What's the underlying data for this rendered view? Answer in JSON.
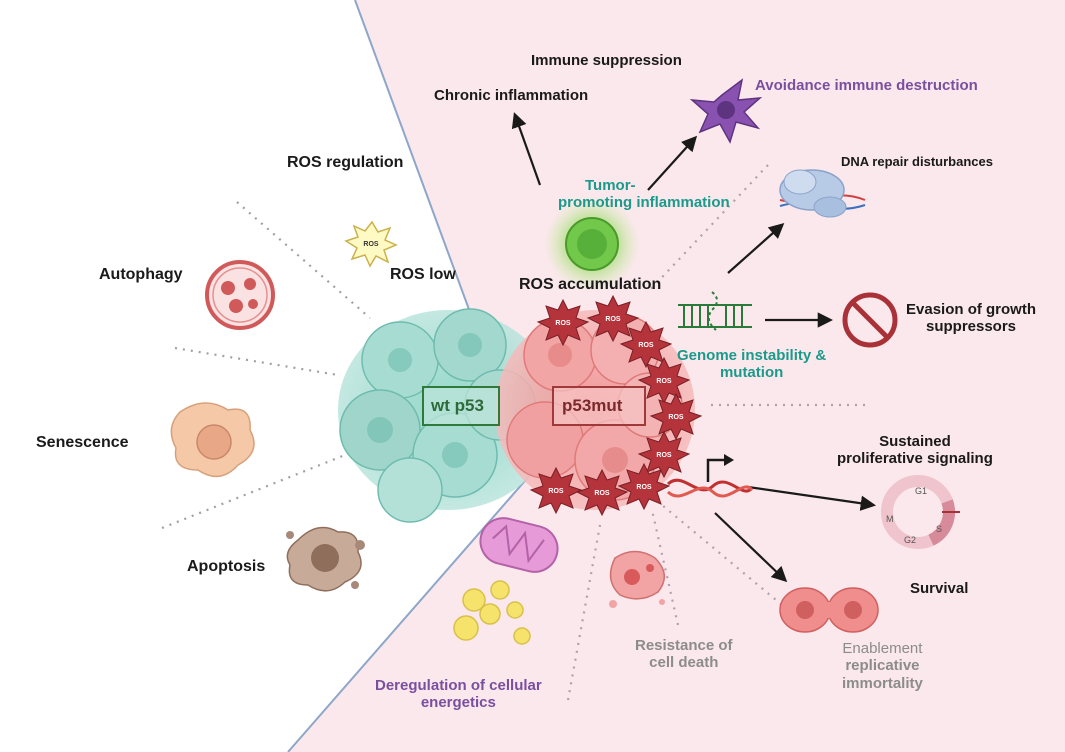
{
  "wild_side": {
    "ros_regulation": "ROS regulation",
    "ros_low": "ROS low",
    "autophagy": "Autophagy",
    "senescence": "Senescence",
    "apoptosis": "Apoptosis",
    "center_label": "wt p53"
  },
  "mutant_side": {
    "center_label": "p53mut",
    "ros_accumulation": "ROS accumulation",
    "ros_badge": "ROS",
    "immune_suppression": "Immune suppression",
    "chronic_inflammation": "Chronic inflammation",
    "avoidance_immune": "Avoidance immune destruction",
    "tumor_promoting_l1": "Tumor-",
    "tumor_promoting_l2": "promoting inflammation",
    "dna_repair": "DNA repair disturbances",
    "evasion_l1": "Evasion of growth",
    "evasion_l2": "suppressors",
    "genome_l1": "Genome instability &",
    "genome_l2": "mutation",
    "sustained_l1": "Sustained",
    "sustained_l2": "proliferative signaling",
    "survival": "Survival",
    "enablement_l1": "Enablement",
    "enablement_l2": "replicative",
    "enablement_l3": "immortality",
    "resistance_l1": "Resistance of",
    "resistance_l2": "cell death",
    "dereg_l1": "Deregulation of cellular",
    "dereg_l2": "energetics"
  },
  "cell_cycle": {
    "g1": "G1",
    "s": "S",
    "g2": "G2",
    "m": "M"
  },
  "colors": {
    "pink_bg": "#fbe8ec",
    "teal": "#1a9a8a",
    "purple": "#7a4fa0",
    "ros_red": "#b5343c"
  }
}
